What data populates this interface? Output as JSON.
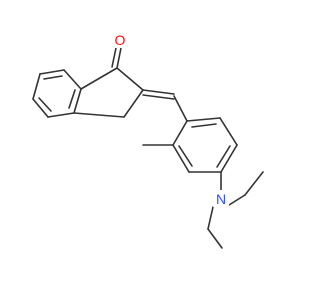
{
  "molecule": {
    "atoms": [
      {
        "id": "O1",
        "element": "O",
        "label": "O",
        "color": "#FF0D0D"
      },
      {
        "id": "N1",
        "element": "N",
        "label": "N",
        "color": "#3050F8"
      }
    ],
    "bond_color": "#333333",
    "background": "#ffffff"
  }
}
